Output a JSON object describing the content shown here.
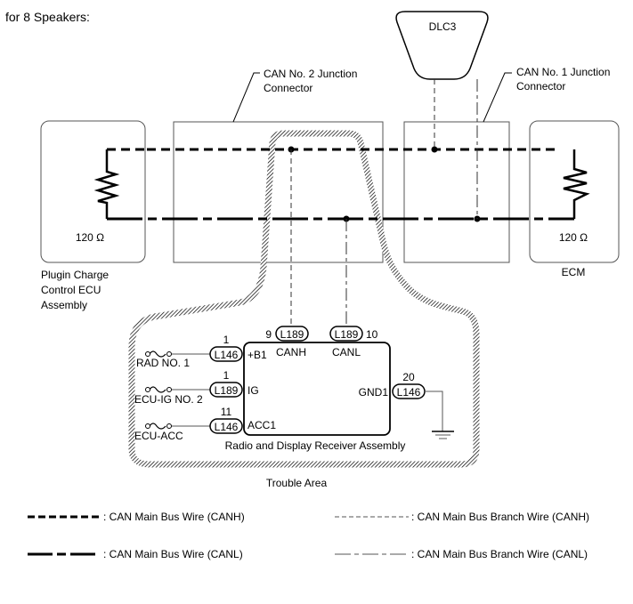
{
  "heading": "for 8 Speakers:",
  "components": {
    "dlc3": {
      "label": "DLC3"
    },
    "can2_junction": {
      "label_line1": "CAN No. 2 Junction",
      "label_line2": "Connector"
    },
    "can1_junction": {
      "label_line1": "CAN No. 1 Junction",
      "label_line2": "Connector"
    },
    "plugin_ecu": {
      "resistor": "120 Ω",
      "label_line1": "Plugin Charge",
      "label_line2": "Control ECU",
      "label_line3": "Assembly"
    },
    "ecm": {
      "resistor": "120 Ω",
      "label": "ECM"
    },
    "radio": {
      "label": "Radio and Display Receiver Assembly",
      "pins": {
        "canh": {
          "number": "9",
          "connector": "L189",
          "name": "CANH"
        },
        "canl": {
          "number": "10",
          "connector": "L189",
          "name": "CANL"
        },
        "b1": {
          "number": "1",
          "connector": "L146",
          "name": "+B1",
          "fuse": "RAD NO. 1"
        },
        "ig": {
          "number": "1",
          "connector": "L189",
          "name": "IG",
          "fuse": "ECU-IG NO. 2"
        },
        "acc1": {
          "number": "11",
          "connector": "L146",
          "name": "ACC1",
          "fuse": "ECU-ACC"
        },
        "gnd1": {
          "number": "20",
          "connector": "L146",
          "name": "GND1"
        }
      }
    },
    "trouble_area": {
      "label": "Trouble Area"
    }
  },
  "legend": {
    "canh_main": ": CAN Main Bus Wire (CANH)",
    "canl_main": ": CAN Main Bus Wire (CANL)",
    "canh_branch": ": CAN Main Bus Branch Wire (CANH)",
    "canl_branch": ": CAN Main Bus Branch Wire (CANL)"
  }
}
